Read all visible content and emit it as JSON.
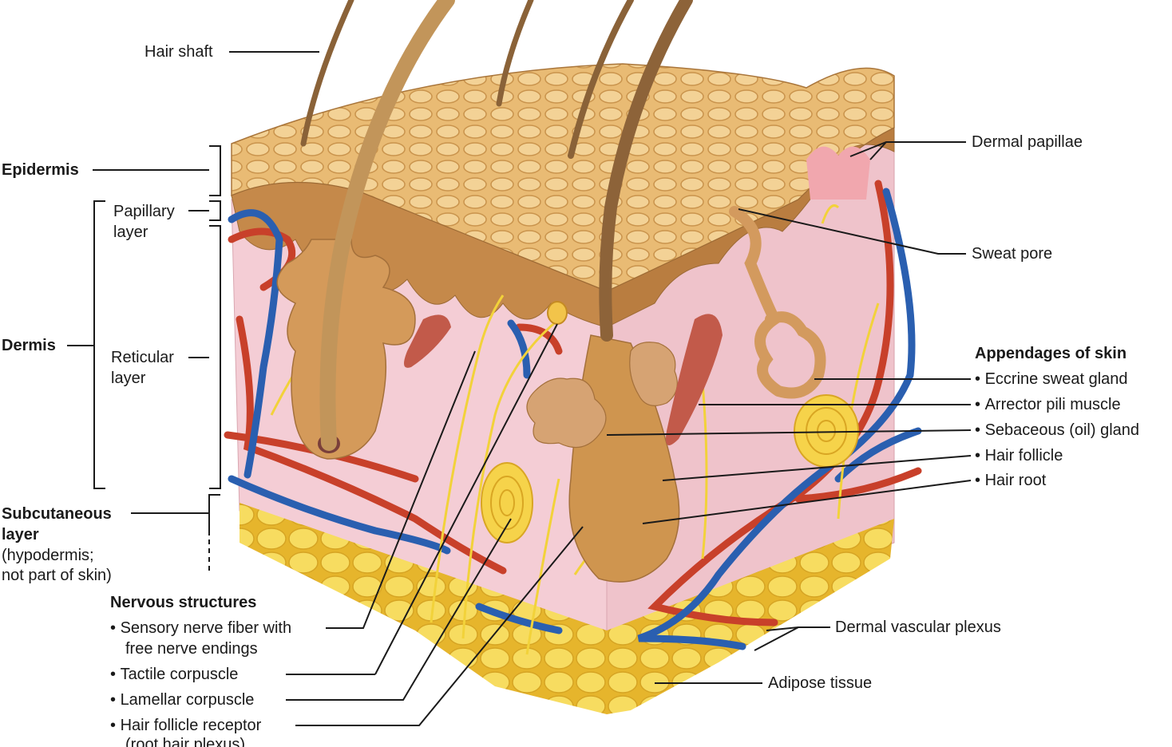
{
  "labels": {
    "hair_shaft": "Hair shaft",
    "epidermis": "Epidermis",
    "papillary_layer_1": "Papillary",
    "papillary_layer_2": "layer",
    "dermis": "Dermis",
    "reticular_layer_1": "Reticular",
    "reticular_layer_2": "layer",
    "subcutaneous_1": "Subcutaneous",
    "subcutaneous_2": "layer",
    "subcutaneous_3": "(hypodermis;",
    "subcutaneous_4": "not part of skin)",
    "nervous_structures": "Nervous structures",
    "sensory_nerve_1": "Sensory nerve fiber with",
    "sensory_nerve_2": "free nerve endings",
    "tactile_corpuscle": "Tactile corpuscle",
    "lamellar_corpuscle": "Lamellar corpuscle",
    "hair_follicle_receptor_1": "Hair follicle receptor",
    "hair_follicle_receptor_2": "(root hair plexus)",
    "dermal_papillae": "Dermal papillae",
    "sweat_pore": "Sweat pore",
    "appendages": "Appendages of skin",
    "eccrine": "Eccrine sweat gland",
    "arrector": "Arrector pili muscle",
    "sebaceous": "Sebaceous (oil) gland",
    "hair_follicle": "Hair follicle",
    "hair_root": "Hair root",
    "dermal_vascular_plexus": "Dermal vascular plexus",
    "adipose_tissue": "Adipose tissue"
  },
  "colors": {
    "epidermis_surface": "#e8b870",
    "epidermis_edge": "#b8823e",
    "dermis": "#f2c7cf",
    "artery": "#c8402a",
    "vein": "#2a5fb0",
    "nerve": "#f2d23a",
    "fat": "#f4d24a",
    "hair": "#b88850",
    "leader": "#1a1a1a"
  }
}
